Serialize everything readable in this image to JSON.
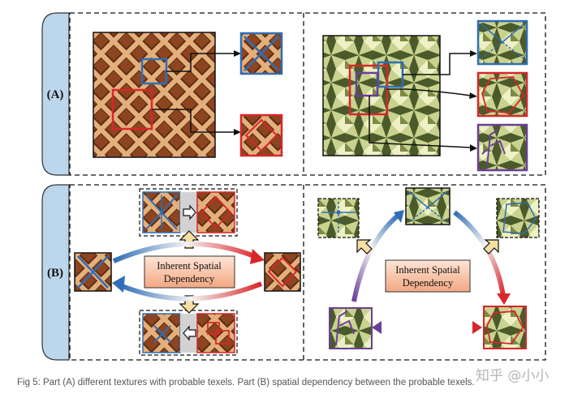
{
  "panels": {
    "a_label": "(A)",
    "b_label": "(B)"
  },
  "dependency_box": {
    "left_line1": "Inherent Spatial",
    "left_line2": "Dependency",
    "right_line1": "Inherent Spatial",
    "right_line2": "Dependency"
  },
  "caption": "Fig 5: Part (A) different textures with probable texels. Part (B) spatial dependency between the probable texels.",
  "watermark": "知乎 @小小",
  "colors": {
    "side_tab": "#bcd6ec",
    "highlight_blue": "#2f6db5",
    "highlight_red": "#d8262a",
    "highlight_purple": "#6a3f97",
    "waffle": "#a5582a",
    "crystal": "#b8c47c",
    "label_box": "#f6c1a2",
    "cursor_arrow": "#f6dfa0"
  }
}
